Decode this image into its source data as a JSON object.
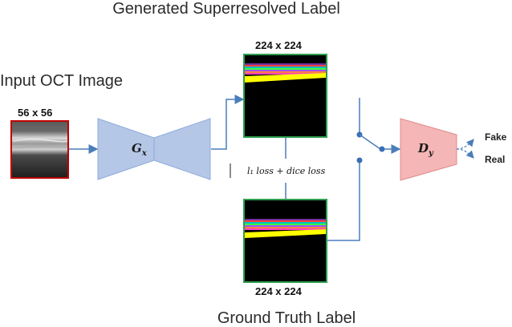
{
  "titles": {
    "generated": "Generated Superresolved Label",
    "ground_truth": "Ground Truth Label",
    "input": "Input OCT Image"
  },
  "sizes": {
    "input": "56 x 56",
    "generated": "224 x 224",
    "ground_truth": "224 x 224"
  },
  "generator": {
    "base": "G",
    "sub": "x"
  },
  "discriminator": {
    "base": "D",
    "sub": "y"
  },
  "loss": {
    "text": "l₁ loss + dice loss"
  },
  "outputs": {
    "fake": "Fake",
    "real": "Real"
  },
  "colors": {
    "input_border": "#c00000",
    "label_border": "#2e9e4f",
    "generator_fill": "#b4c7e7",
    "generator_stroke": "#8faadc",
    "discriminator_fill": "#f4b6b6",
    "discriminator_stroke": "#e08c8c",
    "connector": "#4a7ebb",
    "dot": "#3a6db5"
  }
}
